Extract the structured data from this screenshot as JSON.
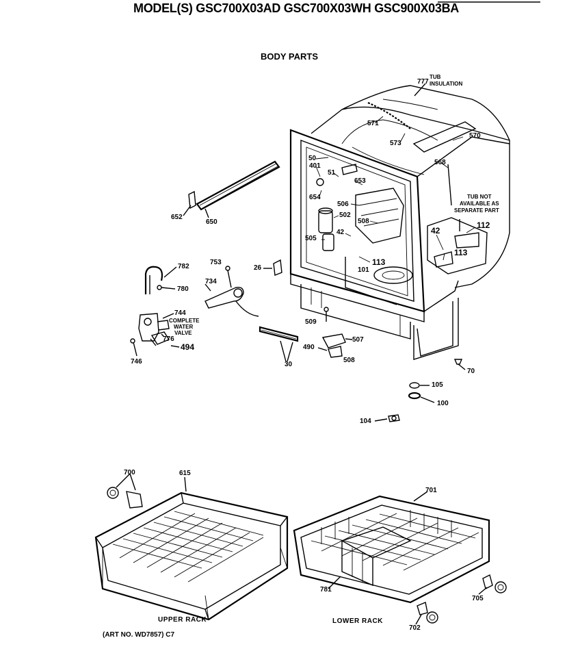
{
  "header": {
    "model_line": "MODEL(S) GSC700X03AD  GSC700X03WH  GSC900X03BA",
    "section_title": "BODY PARTS"
  },
  "notes": {
    "tub_insulation_1": "TUB",
    "tub_insulation_2": "INSULATION",
    "tub_not_1": "TUB NOT",
    "tub_not_2": "AVAILABLE AS",
    "tub_not_3": "SEPARATE PART",
    "water_valve_1": "COMPLETE",
    "water_valve_2": "WATER",
    "water_valve_3": "VALVE"
  },
  "part_labels": {
    "p777": "777",
    "p571": "571",
    "p573": "573",
    "p570": "570",
    "p568": "568",
    "p50": "50",
    "p401": "401",
    "p51": "51",
    "p653": "653",
    "p654": "654",
    "p506": "506",
    "p502": "502",
    "p508": "508",
    "p42a": "42",
    "p505": "505",
    "p113a": "113",
    "p101": "101",
    "p42b": "42",
    "p112": "112",
    "p113b": "113",
    "p652": "652",
    "p650": "650",
    "p782": "782",
    "p780": "780",
    "p753": "753",
    "p26": "26",
    "p734": "734",
    "p744": "744",
    "p776": "776",
    "p494": "494",
    "p746": "746",
    "p30": "30",
    "p509": "509",
    "p507": "507",
    "p490": "490",
    "p508b": "508",
    "p70": "70",
    "p105": "105",
    "p100": "100",
    "p104": "104",
    "p700": "700",
    "p615": "615",
    "p701": "701",
    "p781": "781",
    "p705": "705",
    "p702": "702"
  },
  "racks": {
    "upper": "UPPER RACK",
    "lower": "LOWER RACK"
  },
  "footer": {
    "art_no": "(ART NO. WD7857) C7"
  }
}
